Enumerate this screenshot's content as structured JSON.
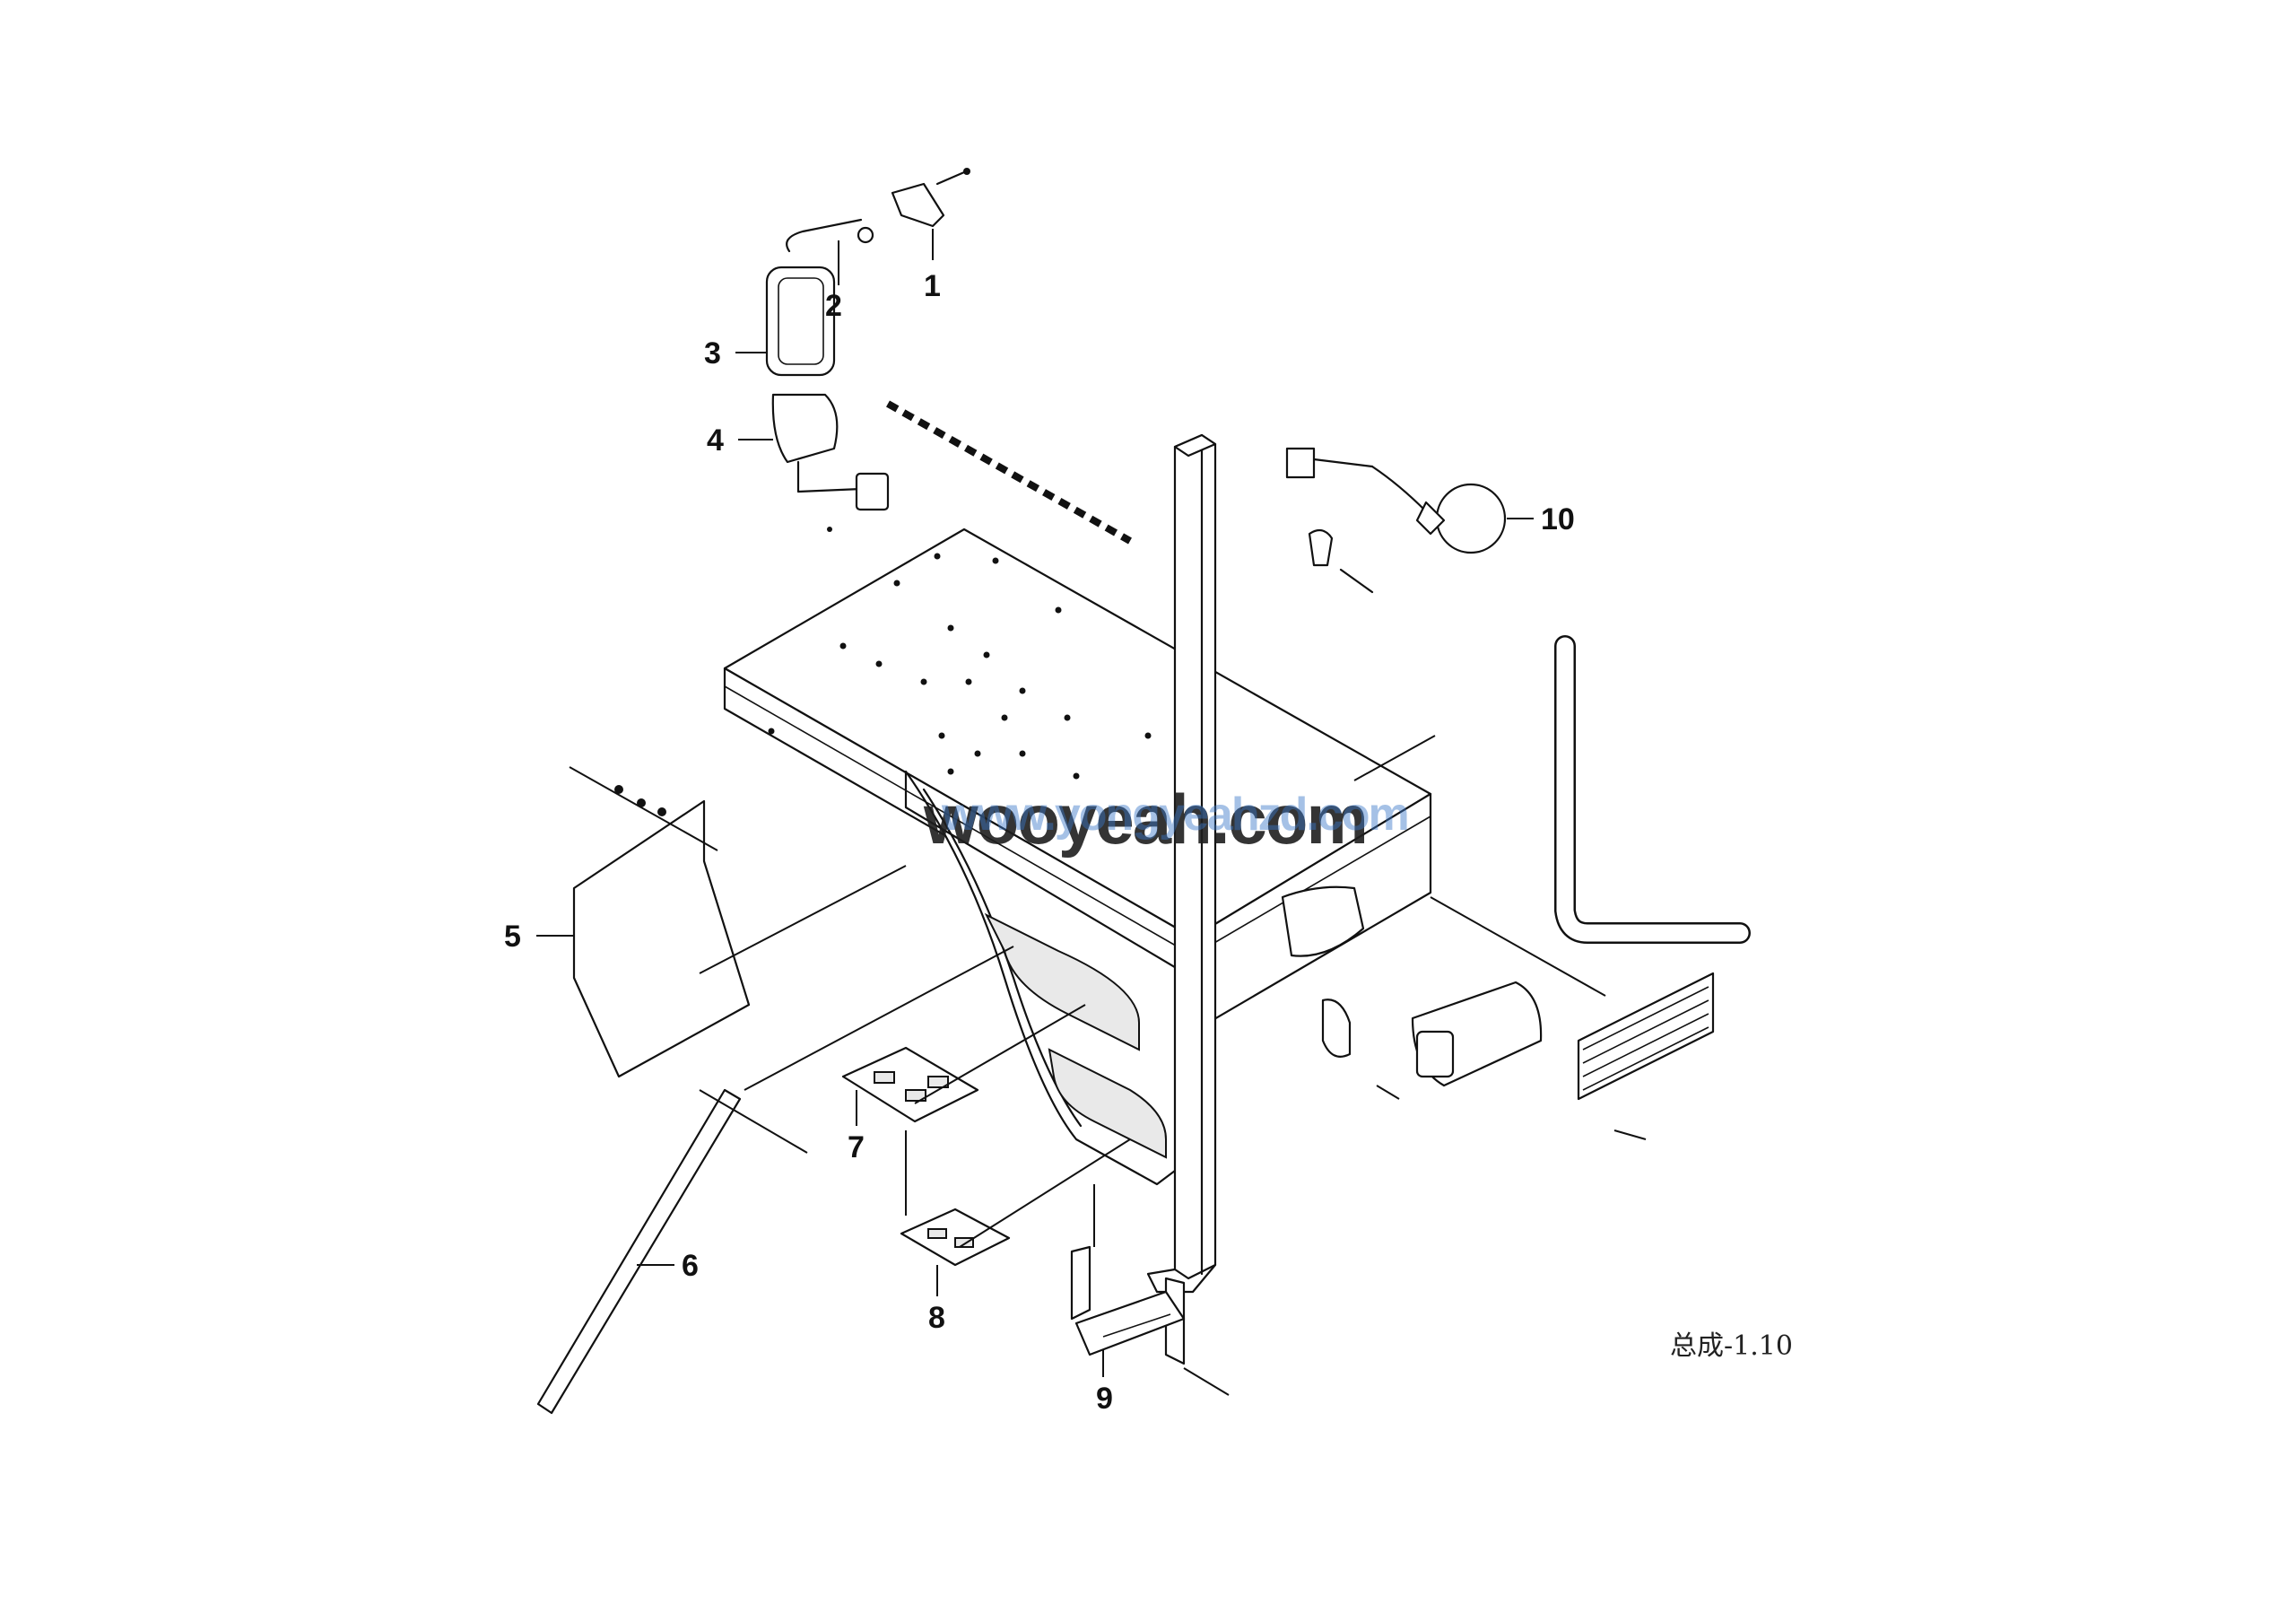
{
  "diagram": {
    "callouts": [
      {
        "id": "1",
        "label": "1"
      },
      {
        "id": "2",
        "label": "2"
      },
      {
        "id": "3",
        "label": "3"
      },
      {
        "id": "4",
        "label": "4"
      },
      {
        "id": "5",
        "label": "5"
      },
      {
        "id": "6",
        "label": "6"
      },
      {
        "id": "7",
        "label": "7"
      },
      {
        "id": "8",
        "label": "8"
      },
      {
        "id": "9",
        "label": "9"
      },
      {
        "id": "10",
        "label": "10"
      }
    ],
    "caption": "总成-1.10",
    "watermark": {
      "text_primary": "wooyeah.com",
      "text_secondary": "www.yongyeahzd.com",
      "primary_color": "#1f1f1f",
      "secondary_color": "#3a78c8"
    }
  }
}
